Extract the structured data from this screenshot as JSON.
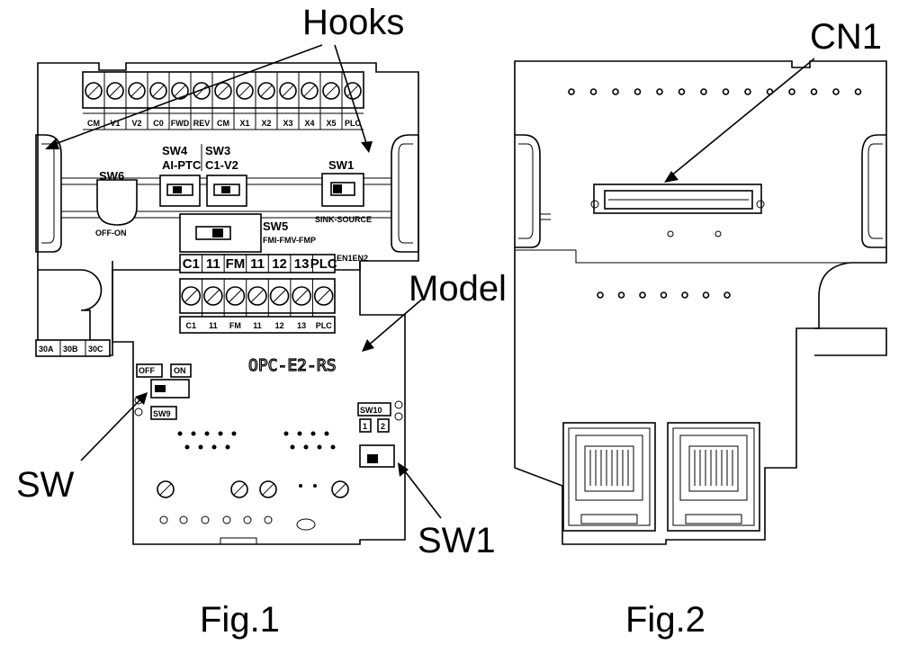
{
  "labels": {
    "hooks": "Hooks",
    "cn1": "CN1",
    "model": "Model",
    "sw": "SW",
    "sw1_callout": "SW1",
    "fig1": "Fig.1",
    "fig2": "Fig.2"
  },
  "board": {
    "top_terminals": [
      "CM",
      "V1",
      "V2",
      "C0",
      "FWD",
      "REV",
      "CM",
      "X1",
      "X2",
      "X3",
      "X4",
      "X5",
      "PLC"
    ],
    "mid_header": [
      "C1",
      "11",
      "FM",
      "11",
      "12",
      "13",
      "PLC"
    ],
    "mid_terminals": [
      "C1",
      "11",
      "FM",
      "11",
      "12",
      "13",
      "PLC"
    ],
    "sw4": "SW4",
    "sw4_sub": "AI-PTC",
    "sw3": "SW3",
    "sw3_sub": "C1-V2",
    "sw6": "SW6",
    "sw6_sub": "OFF-ON",
    "sw1": "SW1",
    "sw1_sub": "SINK-SOURCE",
    "sw5": "SW5",
    "sw5_sub": "FMI-FMV-FMP",
    "en": "EN1EN2",
    "relay": [
      "30A",
      "30B",
      "30C"
    ],
    "model_text": "OPC-E2-RS",
    "off": "OFF",
    "on": "ON",
    "sw9": "SW9",
    "sw10": "SW10",
    "sw10_1": "1",
    "sw10_2": "2"
  }
}
